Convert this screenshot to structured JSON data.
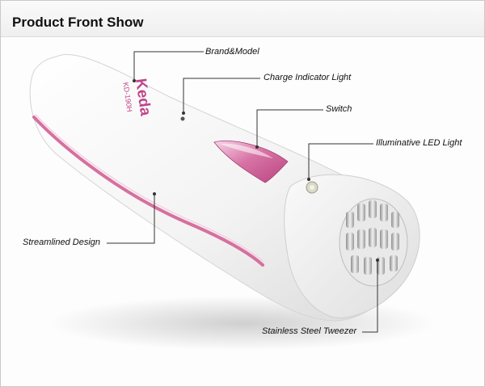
{
  "title": "Product Front Show",
  "product": {
    "brand": "Keda",
    "model": "KD-190H"
  },
  "callouts": [
    {
      "id": "brand-model",
      "label": "Brand&Model"
    },
    {
      "id": "charge-indicator",
      "label": "Charge Indicator Light"
    },
    {
      "id": "switch",
      "label": "Switch"
    },
    {
      "id": "led-light",
      "label": "Illuminative LED Light"
    },
    {
      "id": "streamlined",
      "label": "Streamlined Design"
    },
    {
      "id": "tweezer",
      "label": "Stainless Steel Tweezer"
    }
  ],
  "colors": {
    "body": "#f4f4f4",
    "accent_pink": "#d6709f",
    "brand_text": "#c0458a",
    "leader_line": "#333333"
  }
}
